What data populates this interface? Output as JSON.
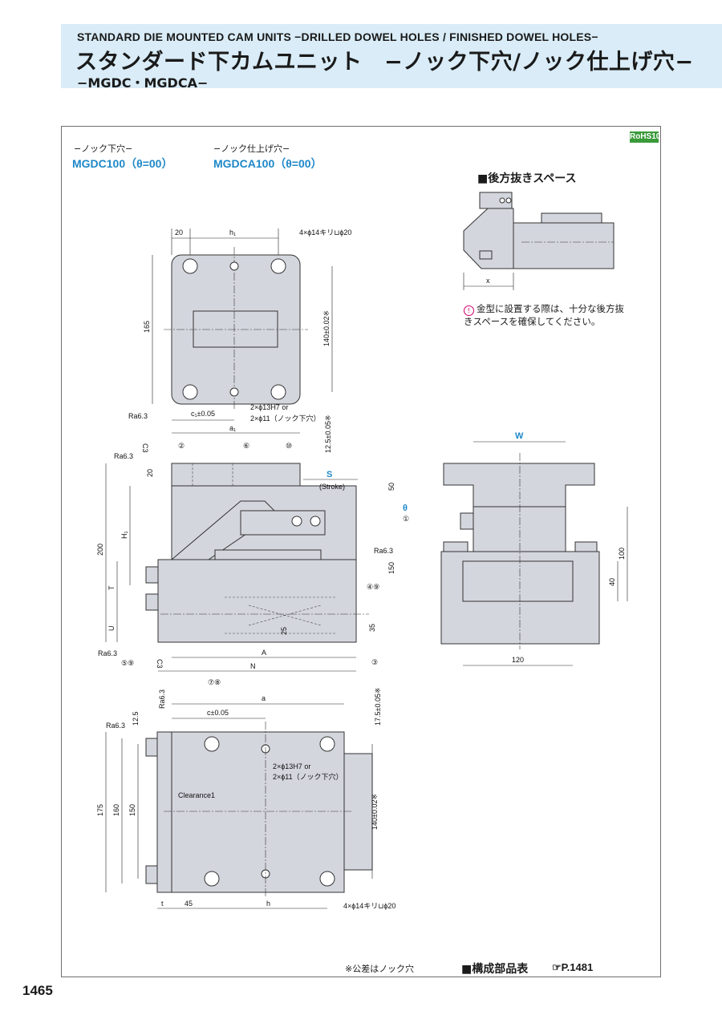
{
  "header": {
    "title_en": "STANDARD DIE MOUNTED CAM UNITS −DRILLED DOWEL HOLES / FINISHED DOWEL HOLES−",
    "title_jp": "スタンダード下カムユニット　−ノック下穴/ノック仕上げ穴−",
    "models": "−MGDC・MGDCA−"
  },
  "badge": "RoHS10",
  "variants": [
    {
      "label": "−ノック下穴−",
      "code": "MGDC100（θ=00）"
    },
    {
      "label": "−ノック仕上げ穴−",
      "code": "MGDCA100（θ=00）"
    }
  ],
  "rear_space": {
    "title": "■後方抜きスペース",
    "dim": "x",
    "note": "金型に設置する際は、十分な後方抜きスペースを確保してください。"
  },
  "top_view": {
    "d20": "20",
    "h1": "h₁",
    "hole_note": "4×ϕ14キリ⊔ϕ20",
    "d165": "165",
    "d140": "140±0.02※",
    "ra": "Ra6.3",
    "c1": "c₁±0.05",
    "a1": "a₁",
    "dowel1": "2×ϕ13H7 or",
    "dowel2": "2×ϕ11（ノック下穴）",
    "d12_5": "12.5±0.05※"
  },
  "front_view": {
    "ra": "Ra6.3",
    "c3": "C3",
    "d20": "20",
    "d200": "200",
    "H1": "H₁",
    "T": "T",
    "U": "U",
    "S": "S",
    "stroke": "(Stroke)",
    "d50": "50",
    "theta": "θ",
    "d150": "150",
    "d35": "35",
    "d25": "25",
    "A": "A",
    "N": "N",
    "callouts": [
      "②",
      "⑥",
      "⑩",
      "①",
      "④⑨",
      "③",
      "⑤⑨",
      "⑦⑧"
    ]
  },
  "side_view": {
    "W": "W",
    "d100": "100",
    "d40": "40",
    "d120": "120"
  },
  "bottom_view": {
    "a": "a",
    "c": "c±0.05",
    "d17_5": "17.5±0.05※",
    "ra": "Ra6.3",
    "d12_5": "12.5",
    "dowel1": "2×ϕ13H7 or",
    "dowel2": "2×ϕ11（ノック下穴）",
    "clearance": "Clearance1",
    "d175": "175",
    "d160": "160",
    "d150": "150",
    "d140": "140±0.02※",
    "t": "t",
    "d45": "45",
    "h": "h",
    "hole_note": "4×ϕ14キリ⊔ϕ20"
  },
  "footer": {
    "tolerance_note": "※公差はノック穴",
    "parts_title": "■構成部品表",
    "parts_ref": "☞P.1481",
    "page": "1465"
  }
}
